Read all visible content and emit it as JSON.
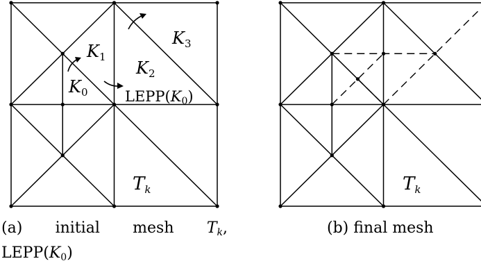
{
  "panel_a": {
    "labels": {
      "k3": "K",
      "k3_sub": "3",
      "k1": "K",
      "k1_sub": "1",
      "k2": "K",
      "k2_sub": "2",
      "k0": "K",
      "k0_sub": "0",
      "lepp": "LEPP(",
      "lepp_k": "K",
      "lepp_sub": "0",
      "lepp_close": ")",
      "tk": "T",
      "tk_sub": "k"
    },
    "caption": {
      "prefix": "(a)",
      "w1": "initial",
      "w2": "mesh",
      "t": "T",
      "t_sub": "k",
      "comma": ",",
      "line2": "LEPP(",
      "line2_k": "K",
      "line2_sub": "0",
      "line2_close": ")"
    }
  },
  "panel_b": {
    "labels": {
      "tk": "T",
      "tk_sub": "k"
    },
    "caption": "(b) final mesh"
  }
}
